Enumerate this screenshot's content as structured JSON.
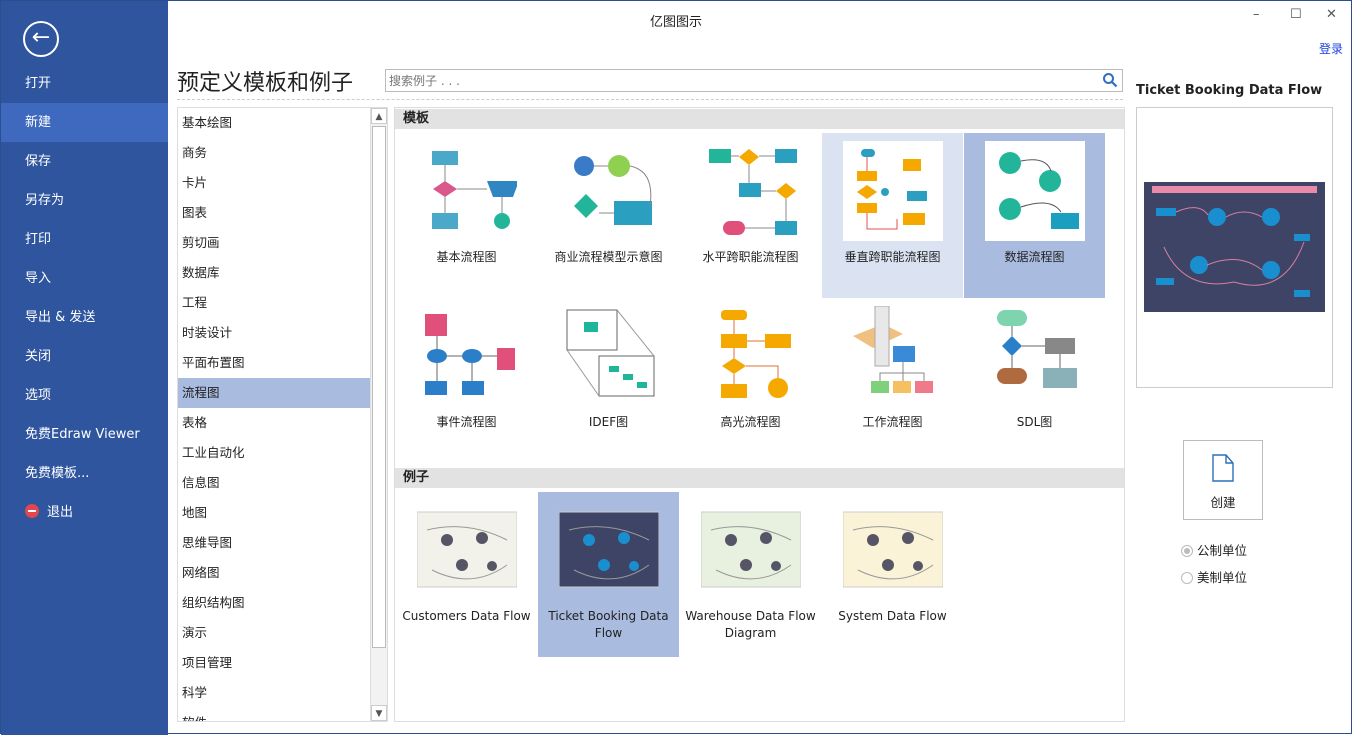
{
  "window": {
    "title": "亿图图示",
    "login": "登录"
  },
  "sidebar": {
    "items": [
      {
        "label": "打开"
      },
      {
        "label": "新建"
      },
      {
        "label": "保存"
      },
      {
        "label": "另存为"
      },
      {
        "label": "打印"
      },
      {
        "label": "导入"
      },
      {
        "label": "导出 & 发送"
      },
      {
        "label": "关闭"
      },
      {
        "label": "选项"
      },
      {
        "label": "免费Edraw Viewer"
      },
      {
        "label": "免费模板..."
      },
      {
        "label": "退出"
      }
    ]
  },
  "heading": "预定义模板和例子",
  "search": {
    "placeholder": "搜索例子 . . ."
  },
  "categories": [
    "基本绘图",
    "商务",
    "卡片",
    "图表",
    "剪切画",
    "数据库",
    "工程",
    "时装设计",
    "平面布置图",
    "流程图",
    "表格",
    "工业自动化",
    "信息图",
    "地图",
    "思维导图",
    "网络图",
    "组织结构图",
    "演示",
    "项目管理",
    "科学",
    "软件"
  ],
  "templates": {
    "header": "模板",
    "items": [
      "基本流程图",
      "商业流程模型示意图",
      "水平跨职能流程图",
      "垂直跨职能流程图",
      "数据流程图",
      "事件流程图",
      "IDEF图",
      "高光流程图",
      "工作流程图",
      "SDL图"
    ]
  },
  "examples": {
    "header": "例子",
    "items": [
      "Customers Data Flow",
      "Ticket Booking Data Flow",
      "Warehouse Data Flow Diagram",
      "System Data Flow"
    ]
  },
  "right": {
    "title": "Ticket Booking Data Flow",
    "create": "创建",
    "units": [
      {
        "label": "公制单位",
        "checked": true
      },
      {
        "label": "美制单位",
        "checked": false
      }
    ]
  }
}
